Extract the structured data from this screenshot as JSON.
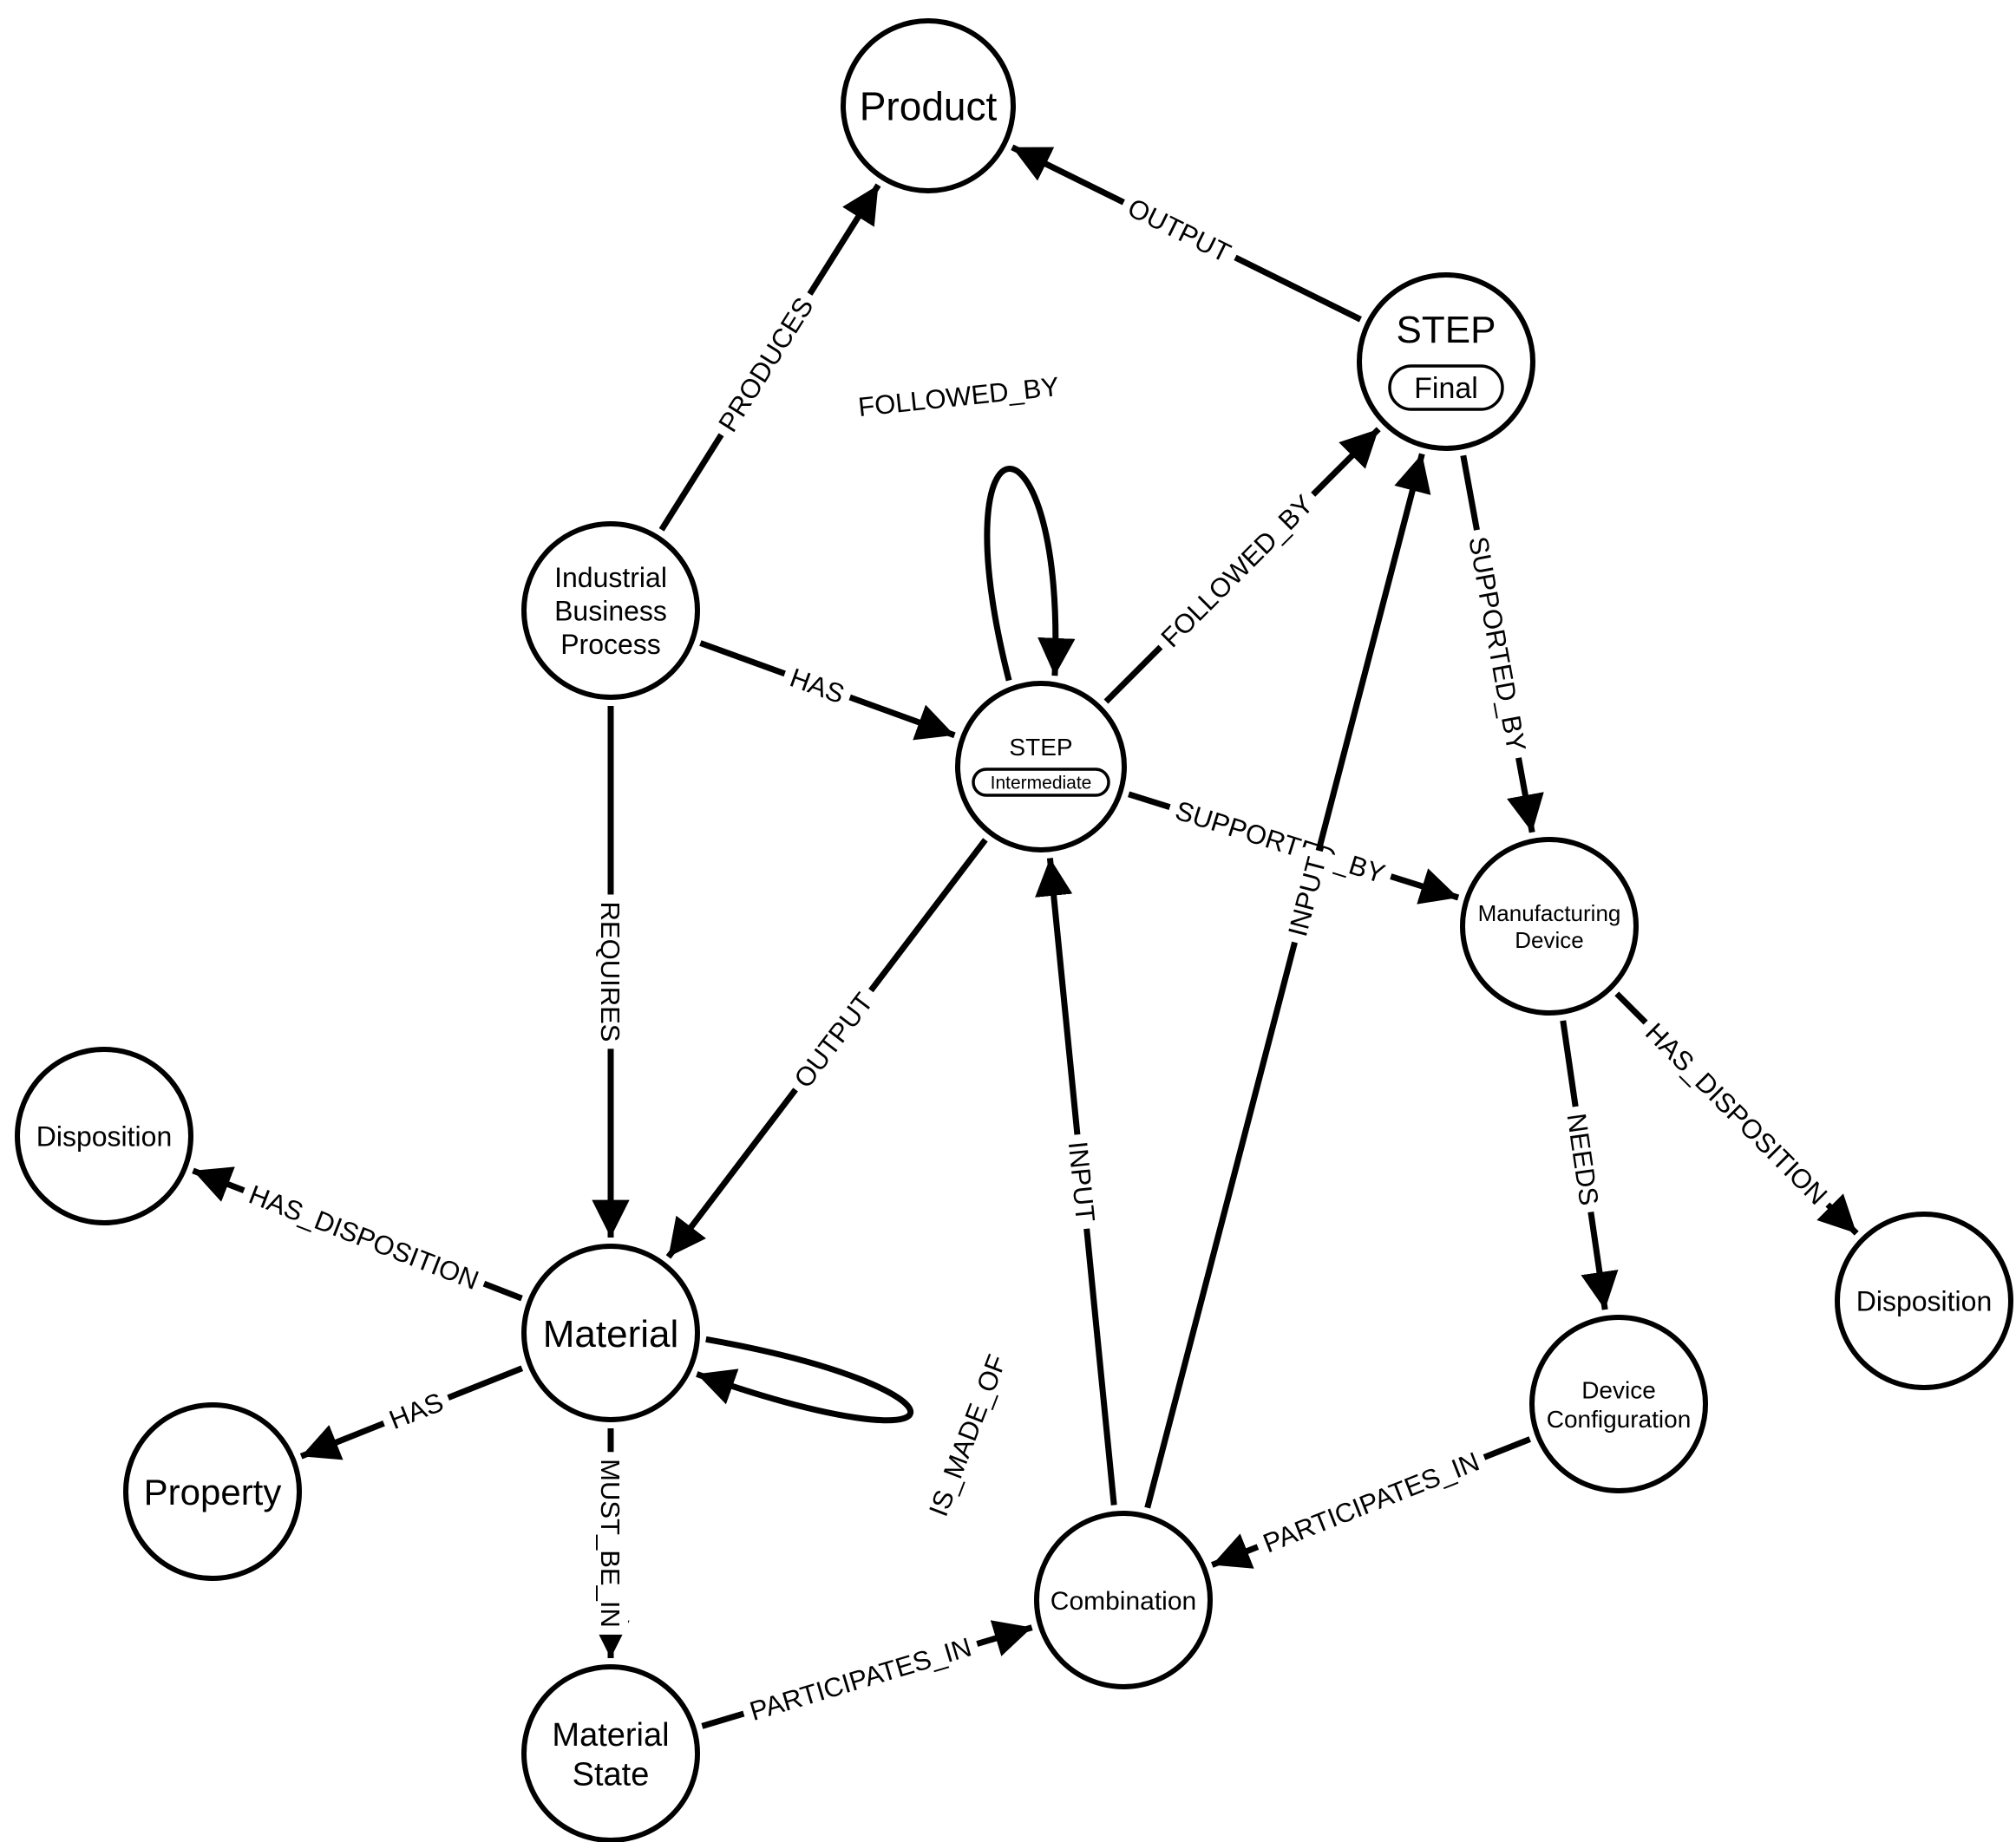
{
  "diagram": {
    "nodes": [
      {
        "id": "product",
        "lines": [
          "Product"
        ]
      },
      {
        "id": "step_final",
        "lines": [
          "STEP"
        ],
        "tag": "Final"
      },
      {
        "id": "ibp",
        "lines": [
          "Industrial",
          "Business",
          "Process"
        ]
      },
      {
        "id": "step_inter",
        "lines": [
          "STEP"
        ],
        "tag": "Intermediate"
      },
      {
        "id": "mfg_device",
        "lines": [
          "Manufacturing",
          "Device"
        ]
      },
      {
        "id": "disp_left",
        "lines": [
          "Disposition"
        ]
      },
      {
        "id": "material",
        "lines": [
          "Material"
        ]
      },
      {
        "id": "property",
        "lines": [
          "Property"
        ]
      },
      {
        "id": "material_state",
        "lines": [
          "Material",
          "State"
        ]
      },
      {
        "id": "combination",
        "lines": [
          "Combination"
        ]
      },
      {
        "id": "device_config",
        "lines": [
          "Device",
          "Configuration"
        ]
      },
      {
        "id": "disp_right",
        "lines": [
          "Disposition"
        ]
      }
    ],
    "edges": [
      {
        "from": "ibp",
        "to": "product",
        "label": "PRODUCES"
      },
      {
        "from": "step_final",
        "to": "product",
        "label": "OUTPUT"
      },
      {
        "from": "ibp",
        "to": "step_inter",
        "label": "HAS"
      },
      {
        "from": "step_inter",
        "to": "step_inter",
        "label": "FOLLOWED_BY"
      },
      {
        "from": "step_inter",
        "to": "step_final",
        "label": "FOLLOWED_BY"
      },
      {
        "from": "step_final",
        "to": "mfg_device",
        "label": "SUPPORTED_BY"
      },
      {
        "from": "step_inter",
        "to": "mfg_device",
        "label": "SUPPORTED_BY"
      },
      {
        "from": "ibp",
        "to": "material",
        "label": "REQUIRES"
      },
      {
        "from": "step_inter",
        "to": "material",
        "label": "OUTPUT"
      },
      {
        "from": "combination",
        "to": "step_inter",
        "label": "INPUT"
      },
      {
        "from": "combination",
        "to": "step_final",
        "label": "INPUT"
      },
      {
        "from": "mfg_device",
        "to": "device_config",
        "label": "NEEDS"
      },
      {
        "from": "mfg_device",
        "to": "disp_right",
        "label": "HAS_DISPOSITION"
      },
      {
        "from": "material",
        "to": "disp_left",
        "label": "HAS_DISPOSITION"
      },
      {
        "from": "material",
        "to": "property",
        "label": "HAS"
      },
      {
        "from": "material",
        "to": "material",
        "label": "IS_MADE_OF"
      },
      {
        "from": "material",
        "to": "material_state",
        "label": "MUST_BE_IN"
      },
      {
        "from": "material_state",
        "to": "combination",
        "label": "PARTICIPATES_IN"
      },
      {
        "from": "device_config",
        "to": "combination",
        "label": "PARTICIPATES_IN"
      }
    ]
  }
}
